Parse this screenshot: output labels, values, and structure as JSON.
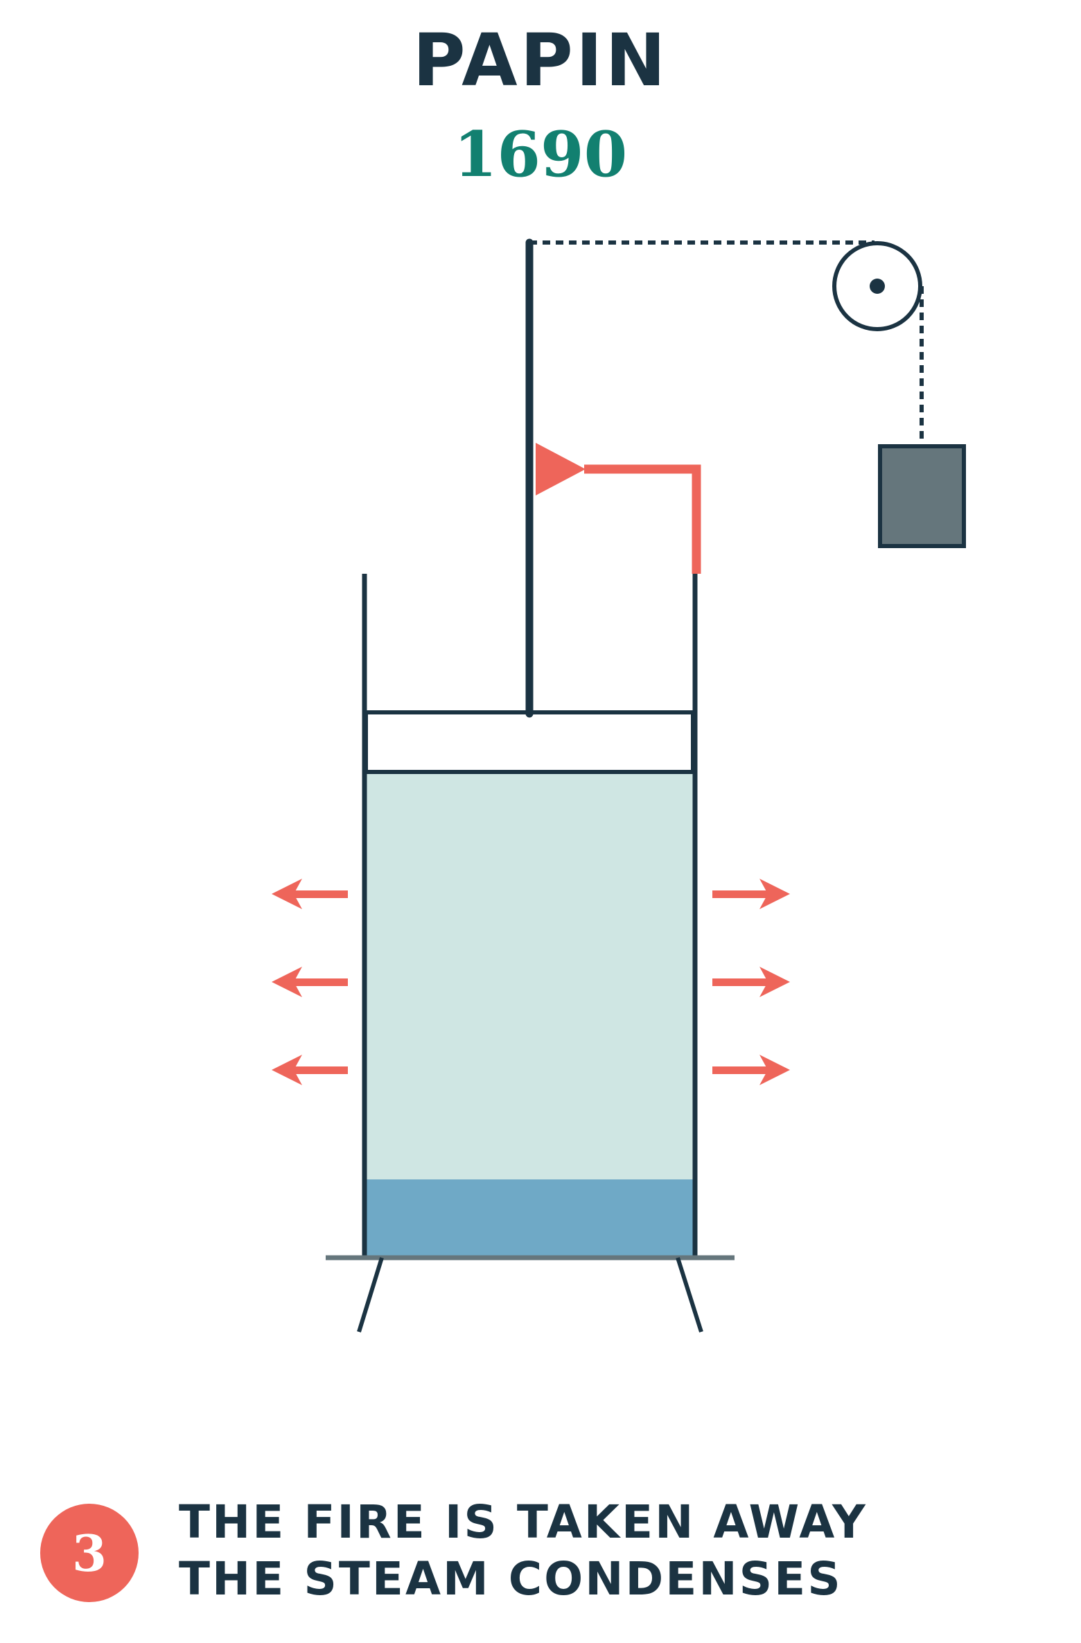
{
  "title": "PAPIN",
  "year": "1690",
  "step": {
    "number": "3",
    "lines": [
      "THE FIRE IS TAKEN AWAY",
      "THE STEAM CONDENSES"
    ]
  },
  "colors": {
    "dark": "#1b3342",
    "teal": "#128070",
    "red": "#ee655a",
    "steam": "#cfe6e3",
    "water": "#6fa9c6",
    "weight": "#65767c",
    "ground": "#65767c"
  },
  "icons": {
    "heat_arrows": "arrow-outward-icon",
    "valve": "valve-triangle-icon",
    "pulley": "pulley-icon",
    "weight": "weight-block-icon"
  }
}
